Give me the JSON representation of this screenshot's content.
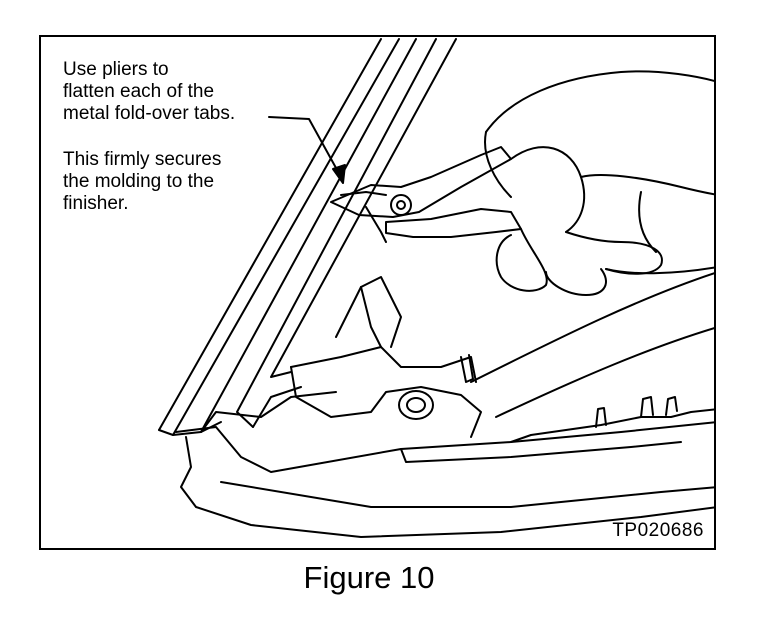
{
  "figure": {
    "callout_1": "Use pliers to\nflatten each of the\nmetal fold-over tabs.",
    "callout_2": "This firmly secures\nthe molding to the\nfinisher.",
    "reference_code": "TP020686",
    "caption": "Figure 10"
  },
  "colors": {
    "line": "#000000",
    "background": "#ffffff"
  }
}
